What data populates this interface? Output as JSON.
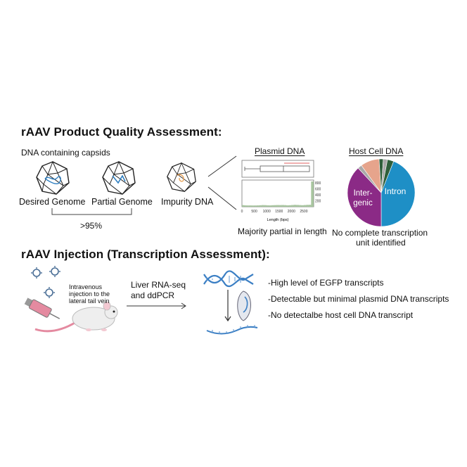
{
  "quality": {
    "title": "rAAV Product Quality Assessment:",
    "capsids_heading": "DNA containing capsids",
    "capsids": [
      {
        "label": "Desired Genome"
      },
      {
        "label": "Partial Genome"
      },
      {
        "label": "Impurity DNA"
      }
    ],
    "percent_label": ">95%",
    "plasmid": {
      "title": "Plasmid DNA",
      "caption": "Majority partial in length",
      "xlabel": "Length (bps)",
      "xticks": [
        "0",
        "500",
        "1000",
        "1500",
        "2000",
        "2500"
      ],
      "yticks": [
        "200",
        "400",
        "600",
        "800"
      ]
    },
    "host": {
      "title": "Host Cell DNA",
      "slice_intron": "Intron",
      "slice_intergenic_line1": "Inter-",
      "slice_intergenic_line2": "genic",
      "caption_line1": "No complete transcription",
      "caption_line2": "unit identified"
    }
  },
  "injection": {
    "title": "rAAV Injection (Transcription Assessment):",
    "mouse_note_line1": "Intravenous",
    "mouse_note_line2": "injection to the",
    "mouse_note_line3": "lateral tail vein",
    "method_line1": "Liver RNA-seq",
    "method_line2": "and ddPCR",
    "results": [
      "-High level of EGFP transcripts",
      "-Detectable but minimal plasmid DNA transcripts",
      "-No detectalbe host cell DNA transcript"
    ]
  },
  "colors": {
    "intron": "#1E8FC6",
    "intergenic": "#8B2A86",
    "salmon": "#E6A48C",
    "dark_green": "#2E5E3A",
    "gray": "#A9A9A9",
    "histogram": "#A9C7A0",
    "boxplot_red": "#E06060",
    "dna_blue": "#3B7FC4",
    "mouse_body": "#EEEEEE",
    "syringe_pink": "#E48AA0",
    "virus": "#4A6E96"
  },
  "chart_data": [
    {
      "type": "bar",
      "title": "Plasmid DNA",
      "xlabel": "Length (bps)",
      "ylabel": "",
      "xlim": [
        0,
        2900
      ],
      "ylim": [
        0,
        900
      ],
      "bin_width": 100,
      "values": [
        50,
        45,
        40,
        42,
        38,
        40,
        44,
        48,
        52,
        50,
        46,
        44,
        48,
        50,
        54,
        52,
        56,
        50,
        46,
        48,
        55,
        60,
        58,
        52,
        48,
        55,
        60,
        62,
        850
      ]
    },
    {
      "type": "pie",
      "title": "Host Cell DNA",
      "slices": [
        {
          "label": "Intron",
          "value": 44
        },
        {
          "label": "Inter-genic",
          "value": 38
        },
        {
          "label": "",
          "value": 2
        },
        {
          "label": "",
          "value": 9
        },
        {
          "label": "",
          "value": 2
        },
        {
          "label": "",
          "value": 2
        },
        {
          "label": "",
          "value": 3
        }
      ]
    }
  ]
}
